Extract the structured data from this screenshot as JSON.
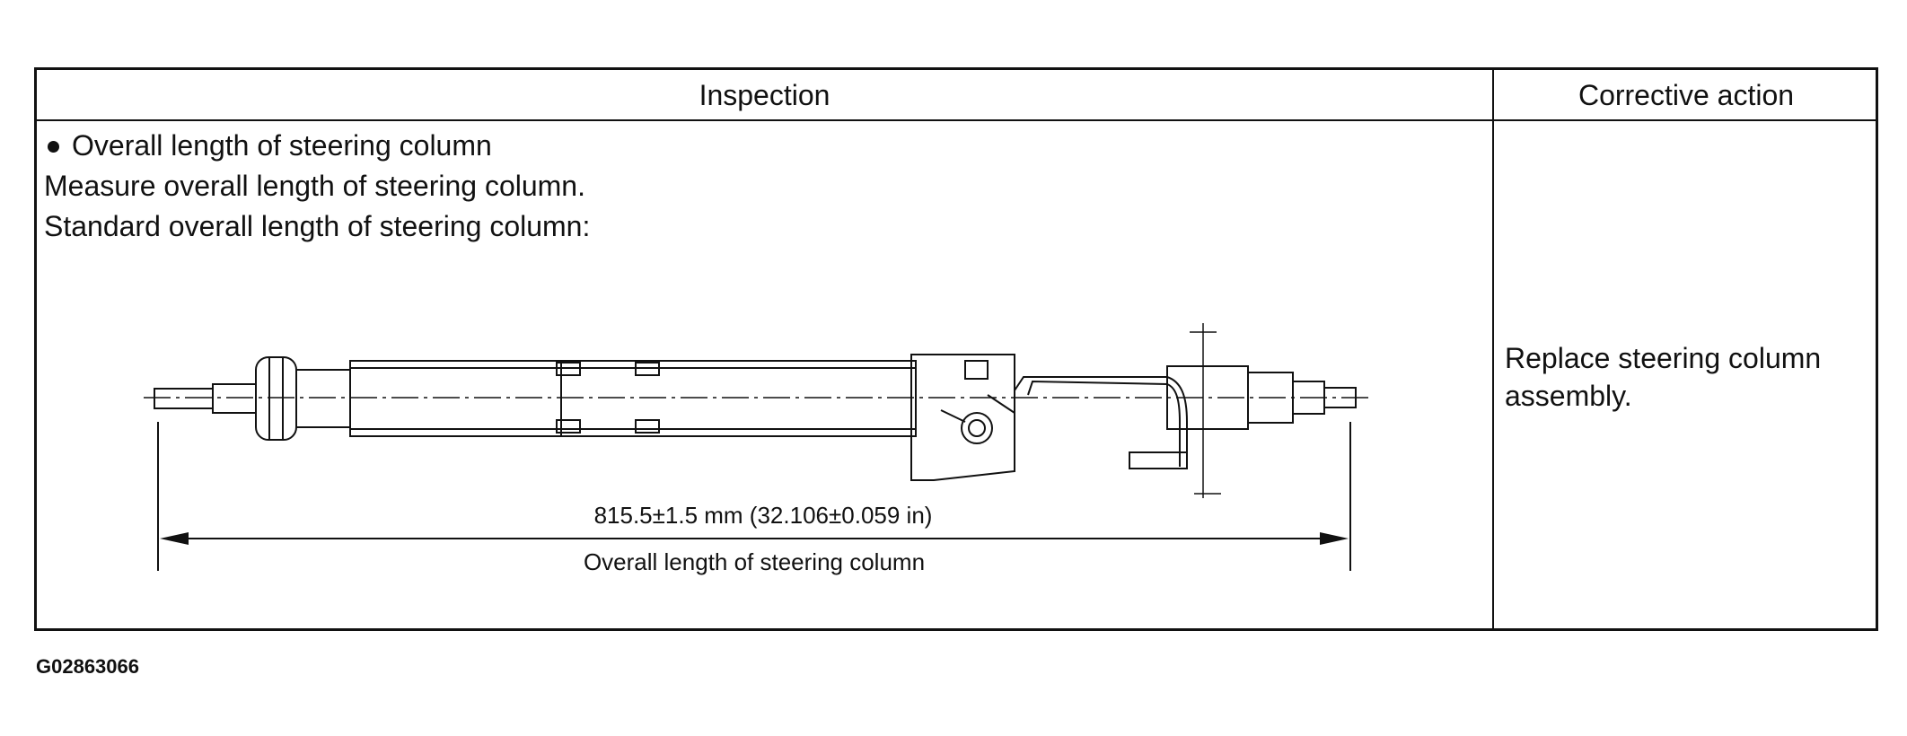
{
  "table": {
    "header_inspection": "Inspection",
    "header_corrective": "Corrective action",
    "inspection_lines": [
      "Overall length of steering column",
      "Measure overall length of steering column.",
      "Standard overall length of steering column:"
    ],
    "corrective_text": "Replace steering column assembly."
  },
  "diagram": {
    "dimension_value": "815.5±1.5 mm (32.106±0.059 in)",
    "dimension_label": "Overall length of steering column"
  },
  "figure_id": "G02863066"
}
